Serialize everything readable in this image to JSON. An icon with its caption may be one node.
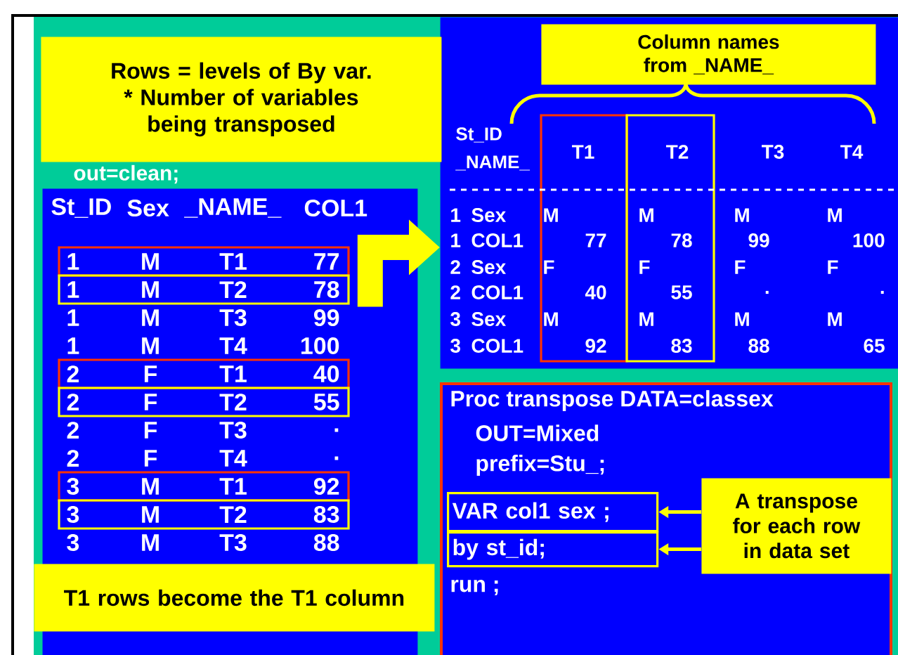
{
  "diagram": {
    "nodes": [
      {
        "text": [
          "Rows = levels of By var. * Number of variables being transposed"
        ]
      },
      {
        "text": [
          "Column names from _NAME_"
        ],
        "in": 8
      },
      {
        "text": [
          "T1 rows become the T1 column"
        ]
      },
      {
        "text": [
          "A transpose for each row in data set"
        ],
        "in": 7
      },
      {
        "text": [
          "VAR col1 sex ;"
        ],
        "in": 7
      },
      {
        "text": [
          "by st_id;"
        ],
        "in": 7
      },
      {
        "text": [],
        "shape": "box"
      },
      {
        "text": [
          "Proc transpose DATA=classex",
          "OUT=Mixed",
          "prefix=Stu_;",
          "run ;"
        ]
      },
      {
        "text": [],
        "shape": "box"
      }
    ],
    "edges": [
      {
        "from": 6,
        "to": 8,
        "arrow": "to",
        "style": "thick"
      },
      {
        "from": 3,
        "to": 4,
        "arrow": "to"
      },
      {
        "from": 3,
        "to": 5,
        "arrow": "to"
      }
    ],
    "labels": [
      "out=clean;",
      "St_ID",
      "Sex",
      "_NAME_",
      "COL1",
      "1",
      "M",
      "T1",
      "77",
      "1",
      "M",
      "T2",
      "78",
      "1",
      "M",
      "T3",
      "99",
      "1",
      "M",
      "T4",
      "100",
      "2",
      "F",
      "T1",
      "40",
      "2",
      "F",
      "T2",
      "55",
      "2",
      "F",
      "T3",
      ".",
      "2",
      "F",
      "T4",
      ".",
      "3",
      "M",
      "T1",
      "92",
      "3",
      "M",
      "T2",
      "83",
      "3",
      "M",
      "T3",
      "88",
      "St_ID",
      "_NAME_",
      "T1",
      "T2",
      "T3",
      "T4",
      "1",
      "Sex",
      "M",
      "M",
      "M",
      "M",
      "1",
      "COL1",
      "77",
      "78",
      "99",
      "100",
      "2",
      "Sex",
      "F",
      "F",
      "F",
      "F",
      "2",
      "COL1",
      "40",
      "55",
      ".",
      ".",
      "3",
      "Sex",
      "M",
      "M",
      "M",
      "M",
      "3",
      "COL1",
      "92",
      "83",
      "88",
      "65"
    ]
  }
}
